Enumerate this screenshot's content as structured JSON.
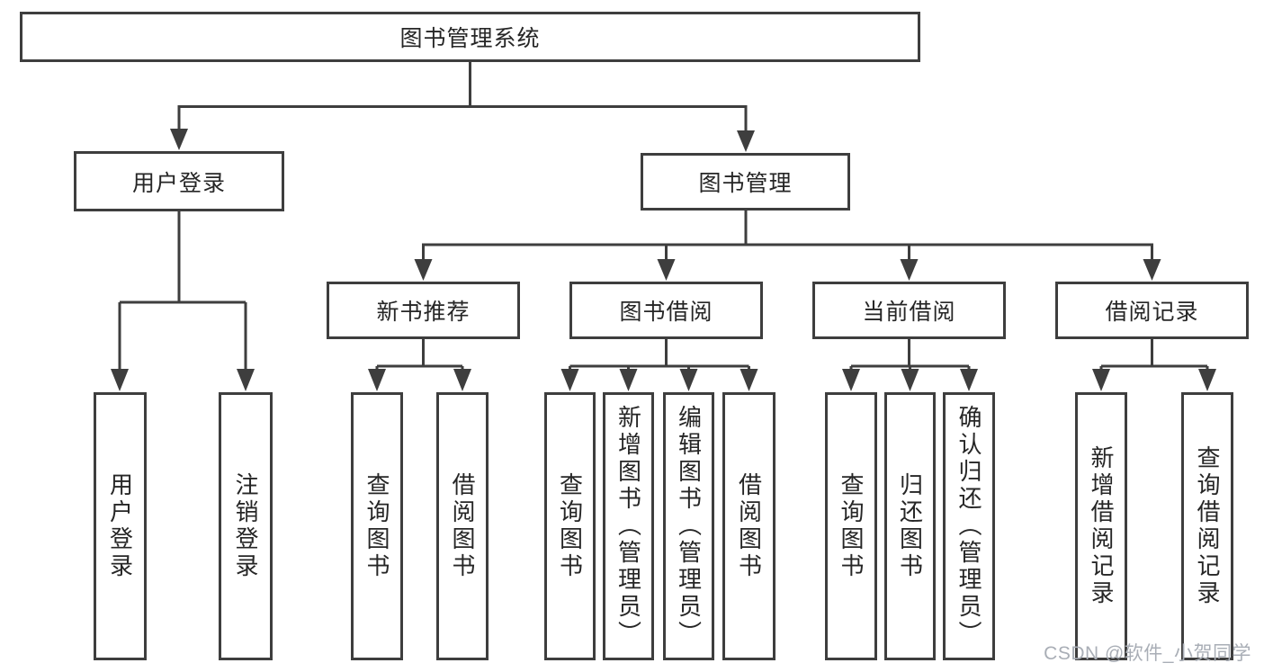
{
  "diagram": {
    "type": "tree",
    "nodes": {
      "root": "图书管理系统",
      "login": "用户登录",
      "mgmt": "图书管理",
      "newbook": "新书推荐",
      "borrow": "图书借阅",
      "current": "当前借阅",
      "records": "借阅记录",
      "login_user": "用户登录",
      "login_logout": "注销登录",
      "nb_query": "查询图书",
      "nb_borrow": "借阅图书",
      "bw_query": "查询图书",
      "bw_add": "新增图书（管理员）",
      "bw_edit": "编辑图书（管理员）",
      "bw_borrow": "借阅图书",
      "cur_query": "查询图书",
      "cur_return": "归还图书",
      "cur_confirm": "确认归还（管理员）",
      "rec_add": "新增借阅记录",
      "rec_query": "查询借阅记录"
    },
    "hierarchy": {
      "图书管理系统": {
        "用户登录": [
          "用户登录",
          "注销登录"
        ],
        "图书管理": {
          "新书推荐": [
            "查询图书",
            "借阅图书"
          ],
          "图书借阅": [
            "查询图书",
            "新增图书（管理员）",
            "编辑图书（管理员）",
            "借阅图书"
          ],
          "当前借阅": [
            "查询图书",
            "归还图书",
            "确认归还（管理员）"
          ],
          "借阅记录": [
            "新增借阅记录",
            "查询借阅记录"
          ]
        }
      }
    },
    "colors": {
      "line": "#3e3e3e",
      "text": "#262626",
      "box_background": "#ffffff"
    }
  },
  "watermark": {
    "text": "CSDN @软件_小贺同学",
    "color": "#a9aeb6"
  }
}
